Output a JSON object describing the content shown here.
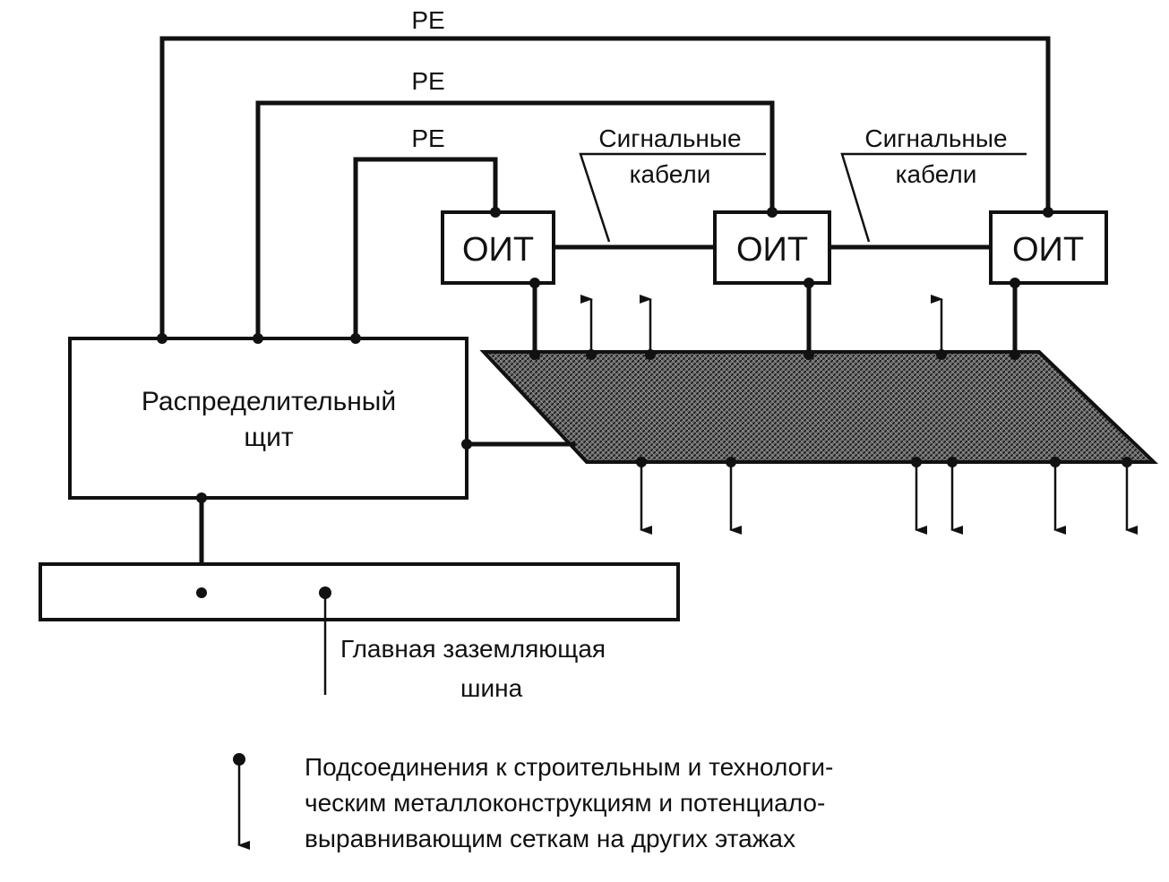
{
  "colors": {
    "ink": "#111111",
    "background": "#ffffff",
    "hatch": "#3a3a3a"
  },
  "pe_labels": [
    "PE",
    "PE",
    "PE"
  ],
  "signal_cable_labels": [
    {
      "line1": "Сигнальные",
      "line2": "кабели"
    },
    {
      "line1": "Сигнальные",
      "line2": "кабели"
    }
  ],
  "oit_boxes": [
    "ОИТ",
    "ОИТ",
    "ОИТ"
  ],
  "distribution_board": {
    "line1": "Распределительный",
    "line2": "щит"
  },
  "main_bus": {
    "line1": "Главная заземляющая",
    "line2": "шина"
  },
  "legend": {
    "line1": "Подсоединения к строительным и технологи-",
    "line2": "ческим металлоконструкциям и потенциало-",
    "line3": "выравнивающим сеткам на других этажах",
    "icon": "dot-arrow-down-icon"
  }
}
